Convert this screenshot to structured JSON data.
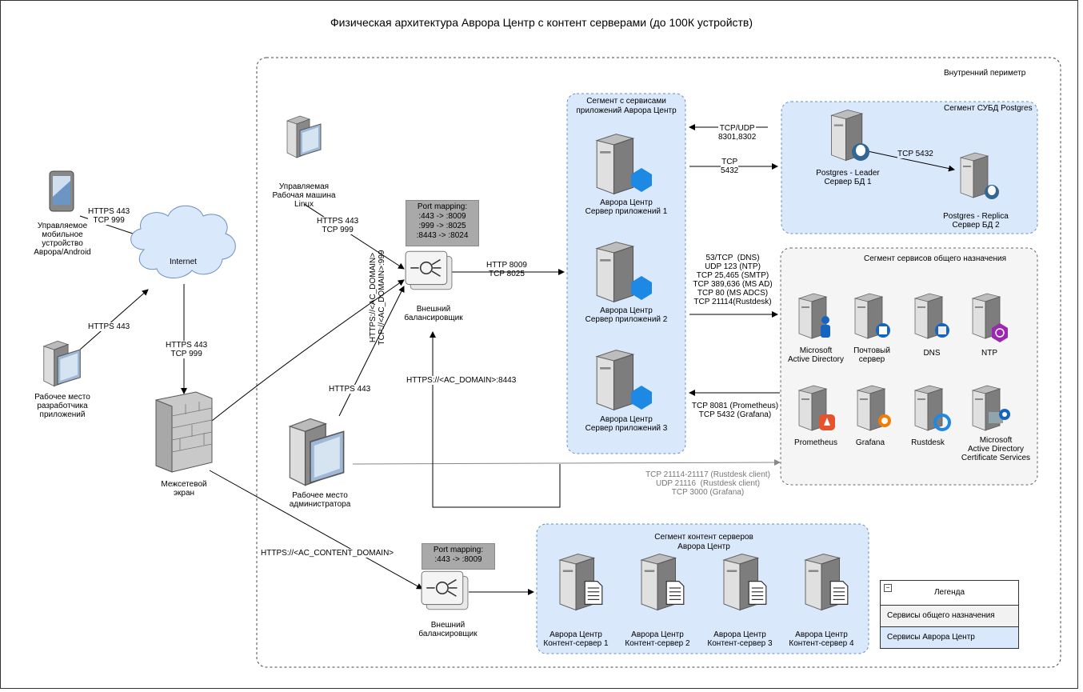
{
  "title": "Физическая архитектура  Аврора Центр с контент серверами (до 100К устройств)",
  "inner_perimeter": "Внутренний периметр",
  "nodes": {
    "mobile": "Управляемое\nмобильное\nустройство\nАврора/Android",
    "internet": "Internet",
    "dev_workstation": "Рабочее место\nразработчика\nприложений",
    "firewall": "Межсетевой\nэкран",
    "linux_workstation": "Управляемая\nРабочая машина\nLinux",
    "admin_workstation": "Рабочее место\nадминистратора",
    "balancer_main": "Внешний\nбалансировщик",
    "balancer_content": "Внешний\nбалансировщик",
    "app1": "Аврора Центр\nСервер приложений 1",
    "app2": "Аврора Центр\nСервер приложений 2",
    "app3": "Аврора Центр\nСервер приложений 3",
    "pg_leader": "Postgres - Leader\nСервер БД 1",
    "pg_replica": "Postgres - Replica\nСервер БД 2",
    "ms_ad": "Microsoft\nActive Directory",
    "mail": "Почтовый\nсервер",
    "dns": "DNS",
    "ntp": "NTP",
    "prometheus": "Prometheus",
    "grafana": "Grafana",
    "rustdesk": "Rustdesk",
    "adcs": "Microsoft\nActive Directory\nCertificate Services",
    "content1": "Аврора Центр\nКонтент-сервер 1",
    "content2": "Аврора Центр\nКонтент-сервер 2",
    "content3": "Аврора Центр\nКонтент-сервер 3",
    "content4": "Аврора Центр\nКонтент-сервер 4"
  },
  "segments": {
    "apps": "Сегмент с сервисами\nприложений Аврора Центр",
    "postgres": "Сегмент СУБД Postgres",
    "general": "Сегмент сервисов общего назначения",
    "content": "Сегмент контент серверов\nАврора Центр"
  },
  "port_mapping_main": "Port mapping:\n:443 -> :8009\n:999 -> :8025\n:8443 -> :8024",
  "port_mapping_content": "Port mapping:\n:443 -> :8009",
  "edges": {
    "mobile_internet": "HTTPS 443\nTCP 999",
    "dev_internet": "HTTPS 443",
    "internet_firewall": "HTTPS 443\nTCP 999",
    "linux_balancer": "HTTPS 443\nTCP 999",
    "firewall_balancer": "HTTPS://<AC_DOMAIN>\nTCP://<AC_DOMAIN>:999",
    "admin_balancer": "HTTPS 443",
    "admin_8443": "HTTPS://<AC_DOMAIN>:8443",
    "balancer_apps": "HTTP 8009\nTCP 8025",
    "pg_to_apps": "TCP/UDP\n8301,8302",
    "apps_to_pg": "TCP\n5432",
    "leader_replica": "TCP 5432",
    "apps_to_general": "53/TCP  (DNS)\nUDP 123 (NTP)\nTCP 25,465 (SMTP)\nTCP 389,636 (MS AD)\nTCP 80 (MS ADCS)\nTCP 21114(Rustdesk)",
    "general_to_apps": "TCP 8081 (Prometheus)\nTCP 5432 (Grafana)",
    "admin_general": "TCP 21114-21117 (Rustdesk client)\nUDP 21116  (Rustdesk client)\nTCP 3000 (Grafana)",
    "firewall_content": "HTTPS://<AC_CONTENT_DOMAIN>"
  },
  "legend": {
    "title": "Легенда",
    "general": "Сервисы общего назначения",
    "aurora": "Сервисы Аврора Центр"
  },
  "colors": {
    "aurora_segment": "#dae8fc",
    "general_segment": "#f5f5f5",
    "port_mapping": "#a9a9a9",
    "aurora_badge": "#1e88e5",
    "ntp_badge": "#9c27b0",
    "prometheus_badge": "#e6522c",
    "grafana_badge": "#f57c00"
  }
}
